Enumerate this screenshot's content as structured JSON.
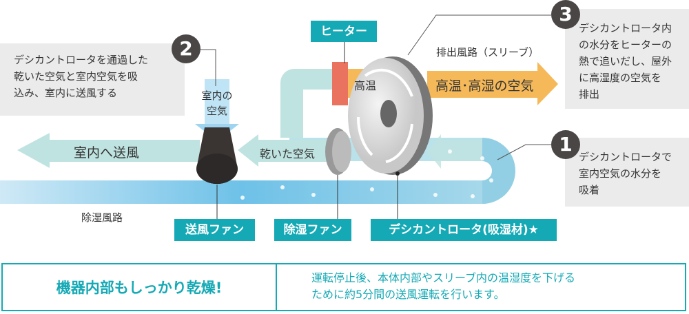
{
  "callouts": [
    {
      "number": "1",
      "lines": [
        "デシカントロータで",
        "室内空気の水分を",
        "吸着"
      ]
    },
    {
      "number": "2",
      "lines": [
        "デシカントロータを通過した",
        "乾いた空気と室内空気を吸",
        "込み、室内に送風する"
      ]
    },
    {
      "number": "3",
      "lines": [
        "デシカントロータ内",
        "の水分をヒーターの",
        "熱で追いだし、屋外",
        "に高湿度の空気を",
        "排出"
      ]
    }
  ],
  "labels": {
    "heater": "ヒーター",
    "exhaust_path": "排出風路（スリーブ）",
    "high_temp": "高温",
    "hot_humid_air": "高温･高湿の空気",
    "indoor_air": [
      "室内の",
      "空気"
    ],
    "to_room": "室内へ送風",
    "dry_air": "乾いた空気",
    "dehumid_path": "除湿風路"
  },
  "parts": {
    "blower_fan": "送風ファン",
    "dehumid_fan": "除湿ファン",
    "rotor": "デシカントロータ(吸湿材)★"
  },
  "footer": {
    "headline": "機器内部もしっかり乾燥!",
    "desc": [
      "運転停止後、本体内部やスリーブ内の温湿度を下げる",
      "ために約5分間の送風運転を行います。"
    ]
  },
  "colors": {
    "teal": "#14a9b5",
    "orange": "#f5b95a",
    "heater": "#e9735f",
    "pale_teal": "#bfe3e0",
    "blue": "#6ec1e8"
  }
}
